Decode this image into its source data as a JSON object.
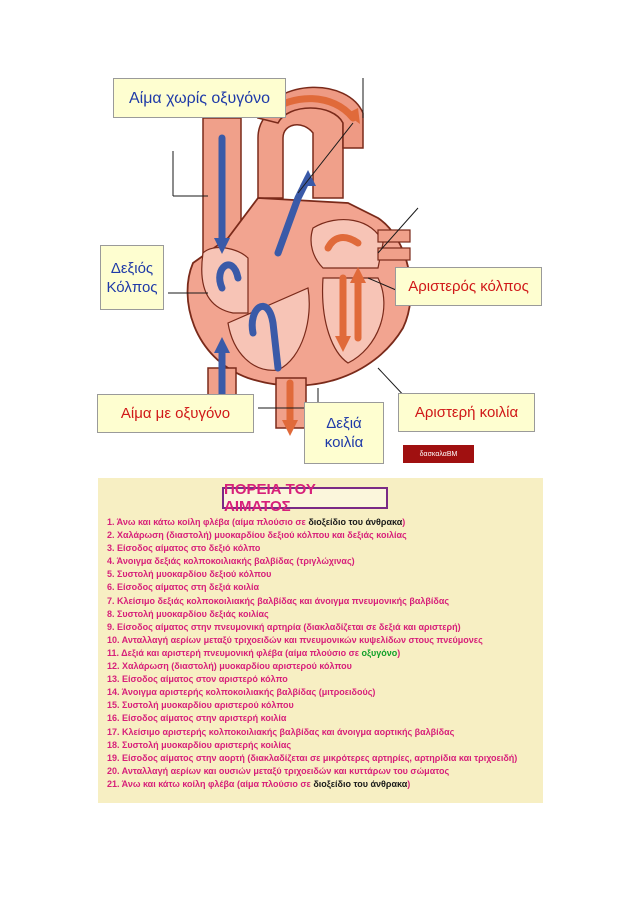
{
  "diagram": {
    "labels": {
      "deoxygenated_blood": "Αίμα χωρίς οξυγόνο",
      "right_atrium_line1": "Δεξιός",
      "right_atrium_line2": "Κόλπος",
      "left_atrium": "Αριστερός κόλπος",
      "oxygenated_blood": "Αίμα με οξυγόνο",
      "right_ventricle_line1": "Δεξιά",
      "right_ventricle_line2": "κοιλία",
      "left_ventricle": "Αριστερή κοιλία"
    },
    "credit": "δασκαλαΒΜ",
    "colors": {
      "deoxygenated": "#3a5aa8",
      "oxygenated": "#e06a3a",
      "muscle": "#f0a08a",
      "label_bg": "#fefed0"
    }
  },
  "blood_flow": {
    "title": "ΠΟΡΕΙΑ ΤΟΥ ΑΙΜΑΤΟΣ",
    "steps": [
      {
        "pre": "1. Άνω και κάτω κοίλη φλέβα (αίμα πλούσιο σε ",
        "hl": "διοξείδιο του άνθρακα",
        "post": ")"
      },
      {
        "pre": "2. Χαλάρωση (διαστολή) μυοκαρδίου δεξιού κόλπου και δεξιάς κοιλίας",
        "hl": "",
        "post": ""
      },
      {
        "pre": "3. Είσοδος αίματος στο δεξιό κόλπο",
        "hl": "",
        "post": ""
      },
      {
        "pre": "4. Άνοιγμα δεξιάς κολποκοιλιακής βαλβίδας (τριγλώχινας)",
        "hl": "",
        "post": ""
      },
      {
        "pre": "5. Συστολή μυοκαρδίου δεξιού κόλπου",
        "hl": "",
        "post": ""
      },
      {
        "pre": "6. Είσοδος αίματος στη δεξιά κοιλία",
        "hl": "",
        "post": ""
      },
      {
        "pre": "7. Κλείσιμο δεξιάς κολποκοιλιακής βαλβίδας και άνοιγμα πνευμονικής βαλβίδας",
        "hl": "",
        "post": ""
      },
      {
        "pre": "8. Συστολή μυοκαρδίου δεξιάς κοιλίας",
        "hl": "",
        "post": ""
      },
      {
        "pre": "9. Είσοδος αίματος στην πνευμονική αρτηρία (διακλαδίζεται σε δεξιά και αριστερή)",
        "hl": "",
        "post": ""
      },
      {
        "pre": "10. Ανταλλαγή αερίων μεταξύ τριχοειδών και πνευμονικών κυψελίδων στους πνεύμονες",
        "hl": "",
        "post": ""
      },
      {
        "pre": "11. Δεξιά και αριστερή πνευμονική φλέβα (αίμα πλούσιο σε ",
        "hl_green": "οξυγόνο",
        "post": ")"
      },
      {
        "pre": "12. Χαλάρωση (διαστολή) μυοκαρδίου αριστερού κόλπου",
        "hl": "",
        "post": ""
      },
      {
        "pre": "13. Είσοδος αίματος στον αριστερό κόλπο",
        "hl": "",
        "post": ""
      },
      {
        "pre": "14. Άνοιγμα αριστερής κολποκοιλιακής βαλβίδας (μιτροειδούς)",
        "hl": "",
        "post": ""
      },
      {
        "pre": "15. Συστολή μυοκαρδίου αριστερού κόλπου",
        "hl": "",
        "post": ""
      },
      {
        "pre": "16. Είσοδος αίματος στην αριστερή κοιλία",
        "hl": "",
        "post": ""
      },
      {
        "pre": "17. Κλείσιμο αριστερής κολποκοιλιακής βαλβίδας και άνοιγμα αορτικής βαλβίδας",
        "hl": "",
        "post": ""
      },
      {
        "pre": "18. Συστολή μυοκαρδίου αριστερής κοιλίας",
        "hl": "",
        "post": ""
      },
      {
        "pre": "19. Είσοδος αίματος στην αορτή (διακλαδίζεται σε μικρότερες αρτηρίες, αρτηρίδια και τριχοειδή)",
        "hl": "",
        "post": ""
      },
      {
        "pre": "20. Ανταλλαγή αερίων και ουσιών μεταξύ τριχοειδών και κυττάρων του σώματος",
        "hl": "",
        "post": ""
      },
      {
        "pre": "21. Άνω και κάτω κοίλη φλέβα (αίμα πλούσιο σε ",
        "hl": "διοξείδιο του άνθρακα",
        "post": ")"
      }
    ]
  }
}
